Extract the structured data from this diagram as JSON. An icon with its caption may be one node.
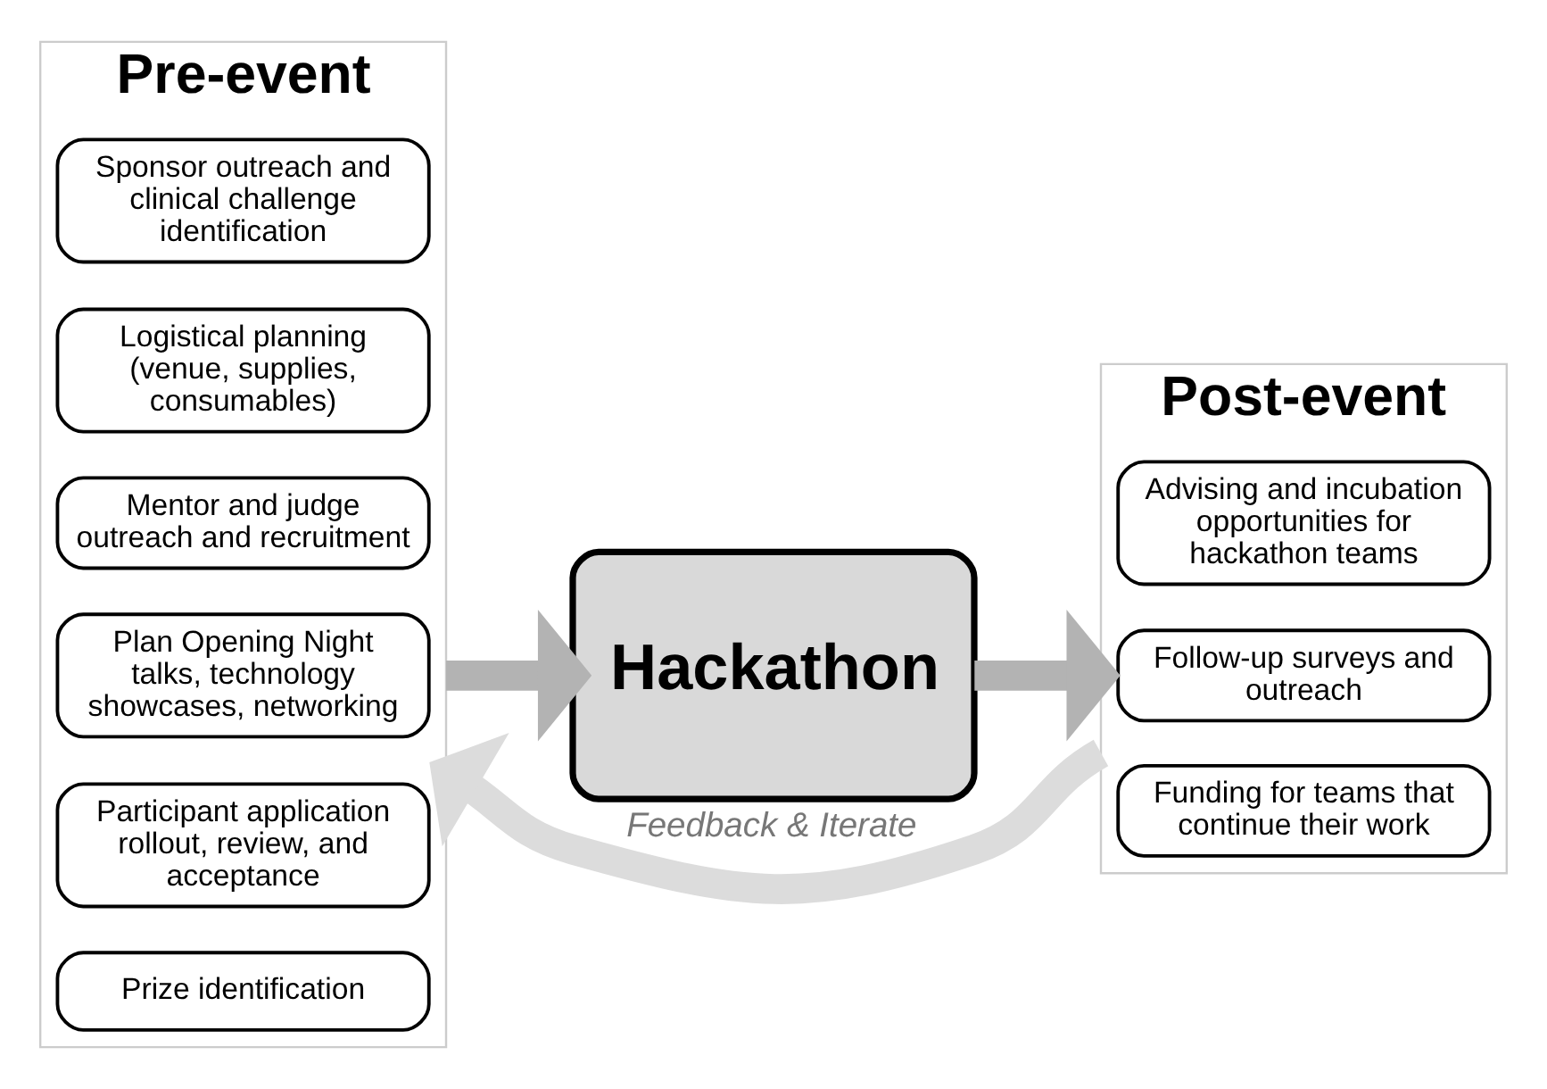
{
  "diagram": {
    "nodes": [
      {
        "text": [
          "Pre-event"
        ]
      },
      {
        "text": [
          "Sponsor outreach and clinical challenge identification"
        ],
        "in": 0
      },
      {
        "text": [
          "Logistical planning (venue, supplies, consumables)"
        ],
        "in": 0
      },
      {
        "text": [
          "Mentor and judge outreach and recruitment"
        ],
        "in": 0
      },
      {
        "text": [
          "Plan Opening Night talks, technology showcases, networking"
        ],
        "in": 0
      },
      {
        "text": [
          "Participant application rollout, review, and acceptance"
        ],
        "in": 0
      },
      {
        "text": [
          "Prize identification"
        ],
        "in": 0
      },
      {
        "text": [
          "Hackathon"
        ]
      },
      {
        "text": [
          "Post-event"
        ]
      },
      {
        "text": [
          "Advising and incubation opportunities for hackathon teams"
        ],
        "in": 8
      },
      {
        "text": [
          "Follow-up surveys and outreach"
        ],
        "in": 8
      },
      {
        "text": [
          "Funding for teams that continue their work"
        ],
        "in": 8
      }
    ],
    "edges": [
      {
        "from": 0,
        "to": 7,
        "arrow": "to"
      },
      {
        "from": 7,
        "to": 8,
        "arrow": "to"
      },
      {
        "from": 8,
        "to": 0,
        "arrow": "to",
        "label": "Feedback & Iterate",
        "color": "#dcdcdc"
      }
    ]
  }
}
